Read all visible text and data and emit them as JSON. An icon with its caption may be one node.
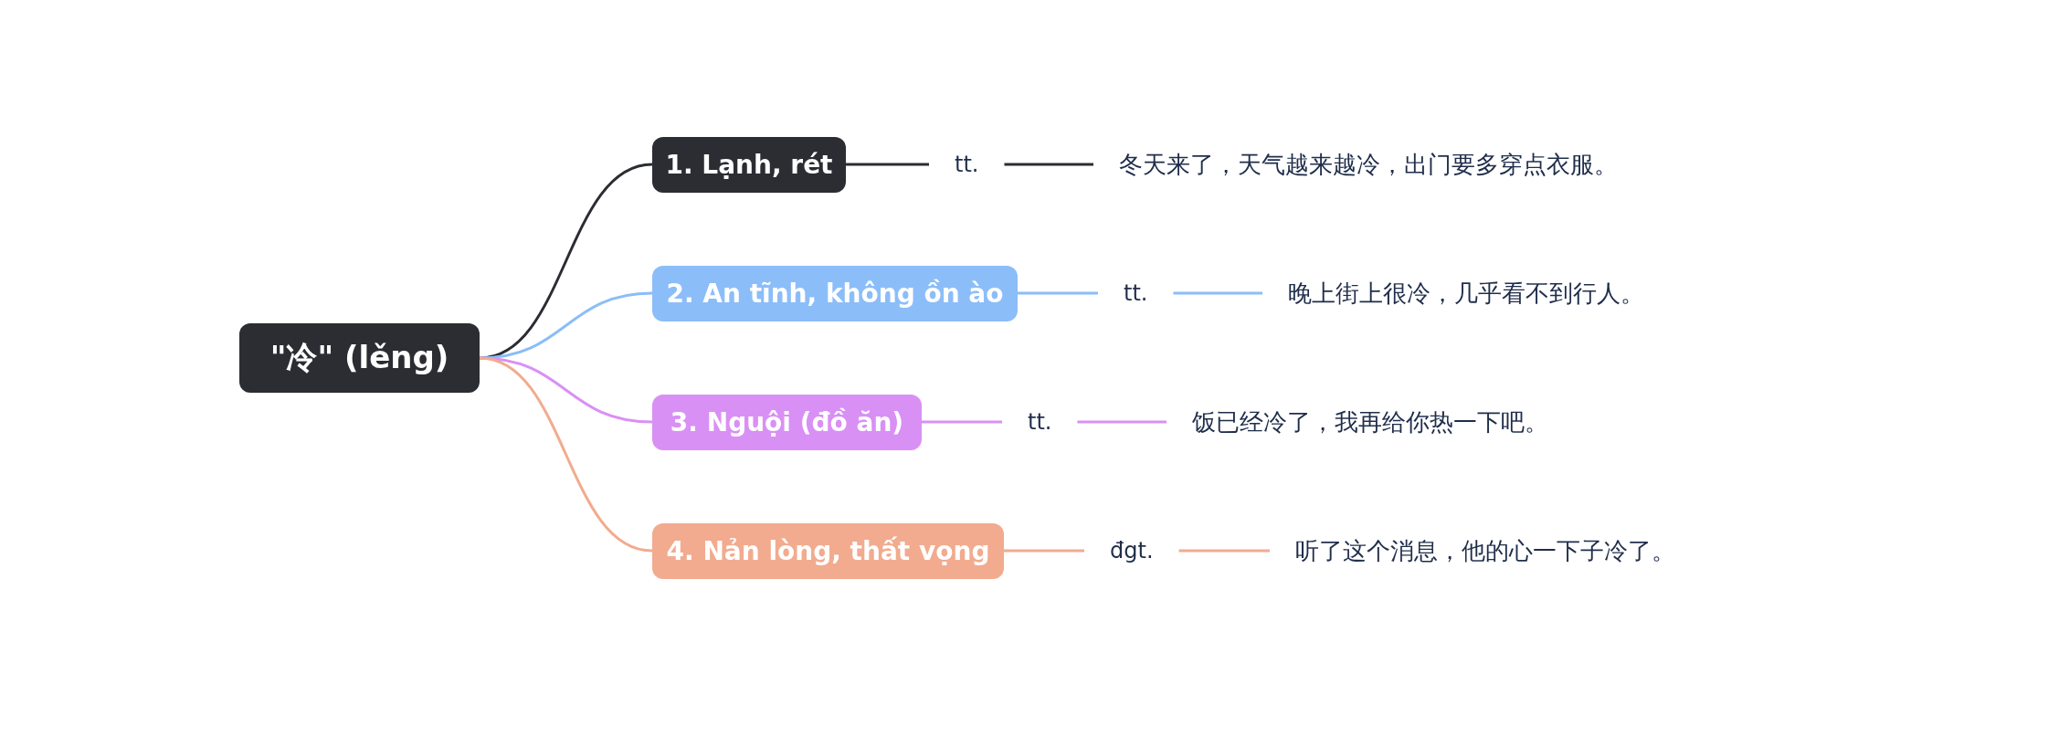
{
  "diagram": {
    "nodes": [
      {
        "text": [
          "\"冷\" (lěng)"
        ]
      },
      {
        "text": [
          "1. Lạnh, rét"
        ]
      },
      {
        "text": [
          "2. An tĩnh, không ồn ào"
        ]
      },
      {
        "text": [
          "3. Nguội (đồ ăn)"
        ]
      },
      {
        "text": [
          "4. Nản lòng, thất vọng"
        ]
      },
      {
        "text": [
          "tt."
        ]
      },
      {
        "text": [
          "tt."
        ]
      },
      {
        "text": [
          "tt."
        ]
      },
      {
        "text": [
          "đgt."
        ]
      },
      {
        "text": [
          "冬天来了，天气越来越冷，出门要多穿点衣服。"
        ]
      },
      {
        "text": [
          "晚上街上很冷，几乎看不到行人。"
        ]
      },
      {
        "text": [
          "饭已经冷了，我再给你热一下吧。"
        ]
      },
      {
        "text": [
          "听了这个消息，他的心一下子冷了。"
        ]
      }
    ],
    "edges": [
      {
        "from": 0,
        "to": 1,
        "arrow": "none",
        "color": "#2b2d33"
      },
      {
        "from": 0,
        "to": 2,
        "arrow": "none",
        "color": "#8bbdf9"
      },
      {
        "from": 0,
        "to": 3,
        "arrow": "none",
        "color": "#d990f5"
      },
      {
        "from": 0,
        "to": 4,
        "arrow": "none",
        "color": "#f2ab8e"
      },
      {
        "from": 1,
        "to": 5,
        "arrow": "none",
        "color": "#2b2d33"
      },
      {
        "from": 2,
        "to": 6,
        "arrow": "none",
        "color": "#8bbdf9"
      },
      {
        "from": 3,
        "to": 7,
        "arrow": "none",
        "color": "#d990f5"
      },
      {
        "from": 4,
        "to": 8,
        "arrow": "none",
        "color": "#f2ab8e"
      },
      {
        "from": 5,
        "to": 9,
        "arrow": "none",
        "color": "#2b2d33"
      },
      {
        "from": 6,
        "to": 10,
        "arrow": "none",
        "color": "#8bbdf9"
      },
      {
        "from": 7,
        "to": 11,
        "arrow": "none",
        "color": "#d990f5"
      },
      {
        "from": 8,
        "to": 12,
        "arrow": "none",
        "color": "#f2ab8e"
      }
    ]
  }
}
